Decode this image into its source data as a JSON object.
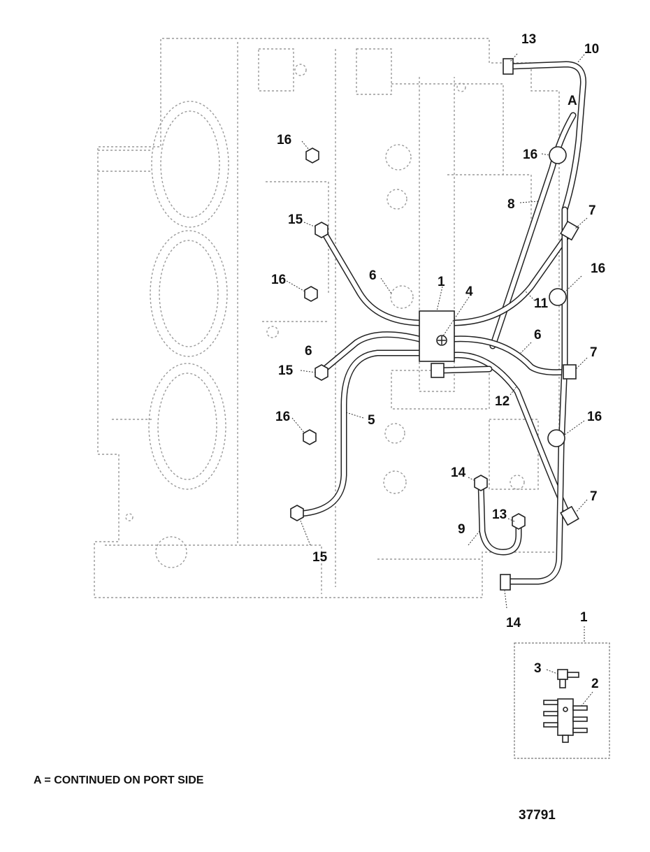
{
  "callouts": {
    "c13a": "13",
    "c10": "10",
    "cA": "A",
    "c16a": "16",
    "c16b": "16",
    "c8": "8",
    "c7a": "7",
    "c15a": "15",
    "c16c": "16",
    "c16d": "16",
    "c6a": "6",
    "c1": "1",
    "c4": "4",
    "c11": "11",
    "c6b": "6",
    "c6c": "6",
    "c7b": "7",
    "c15b": "15",
    "c12": "12",
    "c5": "5",
    "c16e": "16",
    "c16f": "16",
    "c14a": "14",
    "c7c": "7",
    "c9": "9",
    "c13b": "13",
    "c15c": "15",
    "c14b": "14",
    "c1b": "1",
    "c3": "3",
    "c2": "2"
  },
  "footnote": "A = CONTINUED ON PORT SIDE",
  "figure_number": "37791"
}
